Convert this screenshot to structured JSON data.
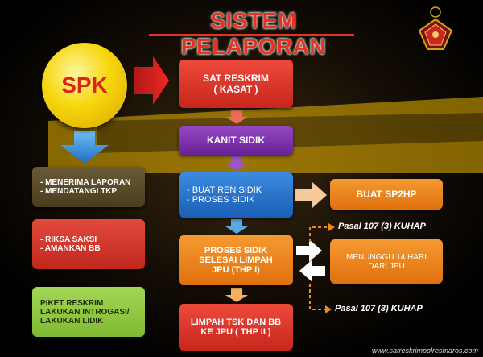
{
  "title": "SISTEM PELAPORAN",
  "spk": "SPK",
  "sat_reskrim": [
    "SAT RESKRIM",
    "( KASAT )"
  ],
  "kanit_sidik": "KANIT SIDIK",
  "buat_ren_sidik": [
    "- BUAT REN SIDIK",
    "- PROSES SIDIK"
  ],
  "buat_sp2hp": "BUAT SP2HP",
  "menerima": [
    "- MENERIMA LAPORAN",
    "- MENDATANGI TKP"
  ],
  "riksa": [
    "- RIKSA SAKSI",
    "- AMANKAN BB"
  ],
  "piket": [
    "PIKET RESKRIM",
    "LAKUKAN INTROGASI/",
    "LAKUKAN LIDIK"
  ],
  "proses_selesai": [
    "PROSES SIDIK",
    "SELESAI LIMPAH",
    "JPU (THP I)"
  ],
  "menunggu": [
    "MENUNGGU 14 HARI",
    "DARI JPU"
  ],
  "limpah": [
    "LIMPAH TSK DAN BB",
    "KE JPU ( THP II )"
  ],
  "pasal_top": "Pasal 107  (3) KUHAP",
  "pasal_bottom": "Pasal 107  (3) KUHAP",
  "website": "www.satreskrimpolresmaros.com",
  "colors": {
    "red_box": "#d9362b",
    "purple_box": "#7a2ea6",
    "blue_box": "#1f6fc9",
    "orange_box": "#f08a1c",
    "brown_box": "#5a4a2a",
    "green_box": "#8dc63f",
    "tape": "#e8b400"
  },
  "icons": [
    "police-emblem-icon",
    "arrow-right-icon",
    "arrow-down-icon",
    "arrow-left-icon"
  ]
}
